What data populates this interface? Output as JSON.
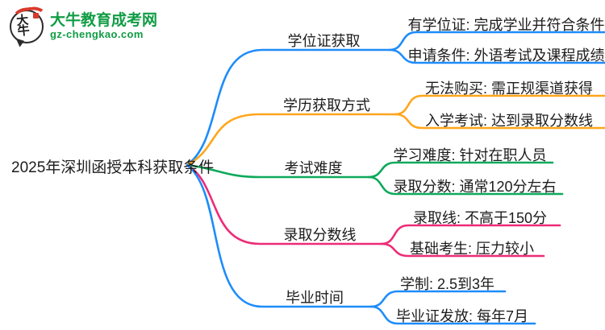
{
  "logo": {
    "brand": "大牛教育成考网",
    "domain": "gz-chengkao.com",
    "bubble_text": "大牛",
    "green": "#109C44",
    "red": "#D93A2B"
  },
  "root": {
    "label": "2025年深圳函授本科获取条件"
  },
  "branches": [
    {
      "label": "学位证获取",
      "color": "#1E8CFA",
      "children": [
        {
          "label": "有学位证: 完成学业并符合条件"
        },
        {
          "label": "申请条件: 外语考试及课程成绩"
        }
      ]
    },
    {
      "label": "学历获取方式",
      "color": "#FFA61C",
      "children": [
        {
          "label": "无法购买: 需正规渠道获得"
        },
        {
          "label": "入学考试: 达到录取分数线"
        }
      ]
    },
    {
      "label": "考试难度",
      "color": "#0EA95B",
      "children": [
        {
          "label": "学习难度: 针对在职人员"
        },
        {
          "label": "录取分数: 通常120分左右"
        }
      ]
    },
    {
      "label": "录取分数线",
      "color": "#EE2B77",
      "children": [
        {
          "label": "录取线: 不高于150分"
        },
        {
          "label": "基础考生: 压力较小"
        }
      ]
    },
    {
      "label": "毕业时间",
      "color": "#1E8CFA",
      "children": [
        {
          "label": "学制: 2.5到3年"
        },
        {
          "label": "毕业证发放: 每年7月"
        }
      ]
    }
  ]
}
